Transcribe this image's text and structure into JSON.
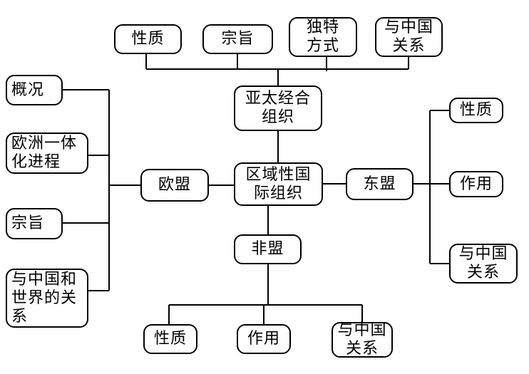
{
  "center": "区域性国\n际组织",
  "apec": {
    "title": "亚太经合\n组织",
    "children": [
      "性质",
      "宗旨",
      "独特\n方式",
      "与中国\n关系"
    ]
  },
  "eu": {
    "title": "欧盟",
    "children": [
      "概况",
      "欧洲一体\n化进程",
      "宗旨",
      "与中国和\n世界的关\n系"
    ]
  },
  "asean": {
    "title": "东盟",
    "children": [
      "性质",
      "作用",
      "与中国\n关系"
    ]
  },
  "au": {
    "title": "非盟",
    "children": [
      "性质",
      "作用",
      "与中国\n关系"
    ]
  }
}
